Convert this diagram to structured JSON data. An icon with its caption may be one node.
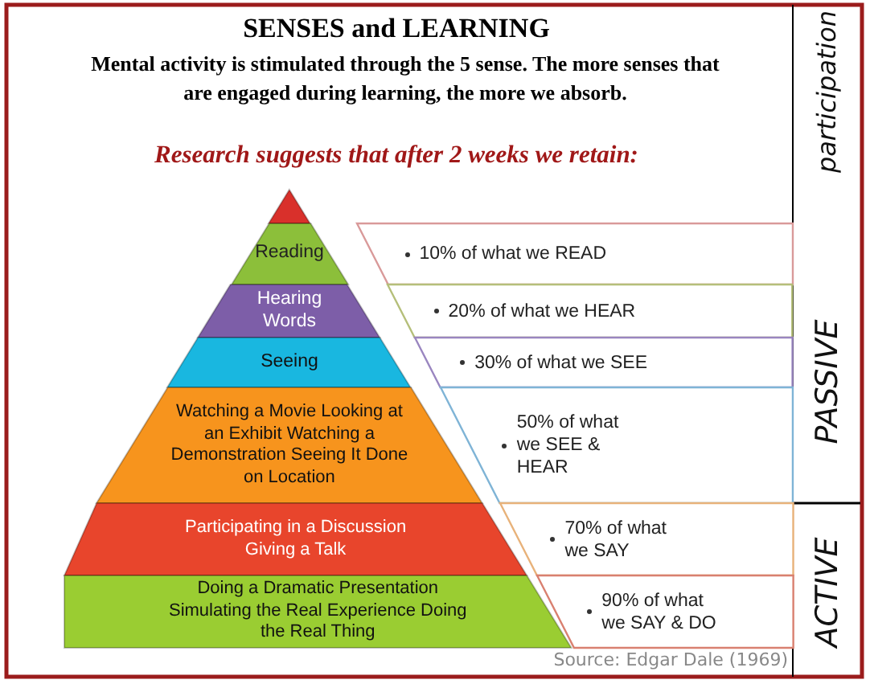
{
  "diagram": {
    "title": "SENSES and LEARNING",
    "caption": "Mental activity is stimulated through the 5 sense. The more senses that are engaged during learning, the more we absorb.",
    "nodes": [
      {
        "text": [],
        "shape": "triangle"
      },
      {
        "text": [
          "Reading"
        ]
      },
      {
        "text": [
          "Hearing Words"
        ]
      },
      {
        "text": [
          "Seeing"
        ]
      },
      {
        "text": [
          "Watching a Movie Looking at an Exhibit Watching a Demonstration Seeing It Done on Location"
        ]
      },
      {
        "text": [
          "Participating in a Discussion Giving a Talk"
        ]
      },
      {
        "text": [
          "Doing a Dramatic Presentation Simulating the Real Experience Doing the Real Thing"
        ]
      },
      {
        "text": [
          "10% of what we READ"
        ]
      },
      {
        "text": [
          "20% of what we HEAR"
        ]
      },
      {
        "text": [
          "30% of what we SEE"
        ]
      },
      {
        "text": [
          "50% of what we SEE & HEAR"
        ]
      },
      {
        "text": [
          "70% of what we SAY"
        ]
      },
      {
        "text": [
          "90% of what we SAY & DO"
        ]
      }
    ],
    "labels": [
      "Research suggests that after 2 weeks we retain:",
      "participation",
      "PASSIVE",
      "ACTIVE",
      "Source: Edgar Dale (1969)"
    ]
  }
}
